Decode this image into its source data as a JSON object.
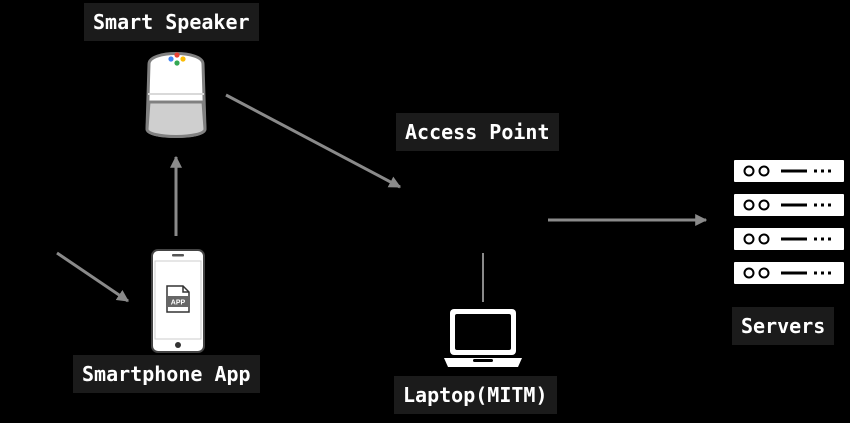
{
  "nodes": {
    "speaker": {
      "label": "Smart Speaker",
      "icon": "smart-speaker-icon"
    },
    "phone": {
      "label": "Smartphone App",
      "icon": "smartphone-icon",
      "app_text": "APP"
    },
    "access_point": {
      "label": "Access Point"
    },
    "laptop": {
      "label": "Laptop(MITM)",
      "icon": "laptop-icon"
    },
    "servers": {
      "label": "Servers",
      "icon": "server-rack-icon"
    }
  },
  "colors": {
    "background": "#000000",
    "label_background": "#1b1b1b",
    "text": "#ffffff",
    "arrow": "#8a8a8a",
    "dot_blue": "#4285f4",
    "dot_red": "#ea4335",
    "dot_yellow": "#fbbc05",
    "dot_green": "#34a853"
  }
}
